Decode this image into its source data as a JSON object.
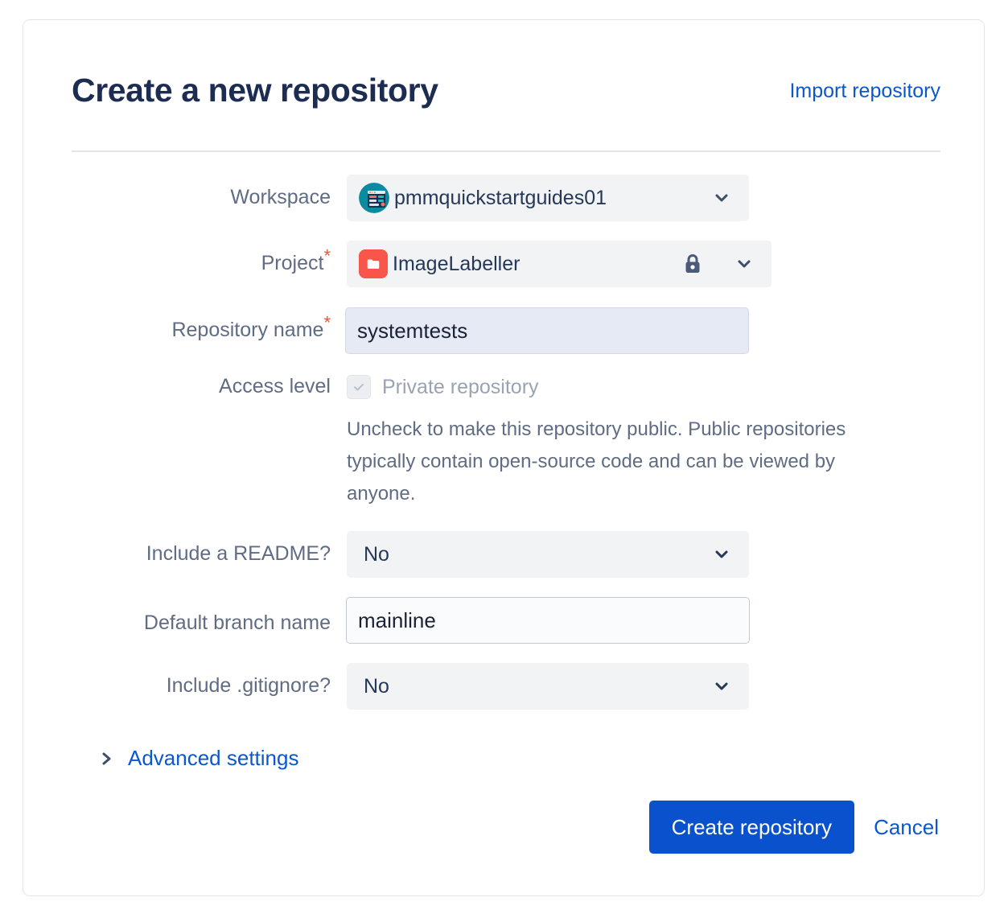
{
  "header": {
    "title": "Create a new repository",
    "import_link": "Import repository"
  },
  "form": {
    "workspace": {
      "label": "Workspace",
      "value": "pmmquickstartguides01",
      "avatar_icon": "workspace-avatar-icon",
      "chevron_icon": "chevron-down-icon"
    },
    "project": {
      "label": "Project",
      "required_marker": "*",
      "value": "ImageLabeller",
      "avatar_icon": "project-folder-icon",
      "lock_icon": "lock-icon",
      "chevron_icon": "chevron-down-icon"
    },
    "repository_name": {
      "label": "Repository name",
      "required_marker": "*",
      "value": "systemtests",
      "placeholder": ""
    },
    "access_level": {
      "label": "Access level",
      "checkbox_label": "Private repository",
      "checked": true,
      "check_icon": "checkmark-icon",
      "help_text": "Uncheck to make this repository public. Public repositories typically contain open-source code and can be viewed by anyone."
    },
    "include_readme": {
      "label": "Include a README?",
      "value": "No",
      "chevron_icon": "chevron-down-icon"
    },
    "default_branch": {
      "label": "Default branch name",
      "value": "mainline",
      "placeholder": ""
    },
    "include_gitignore": {
      "label": "Include .gitignore?",
      "value": "No",
      "chevron_icon": "chevron-down-icon"
    },
    "advanced_settings": {
      "label": "Advanced settings",
      "chevron_icon": "chevron-right-icon",
      "expanded": false
    }
  },
  "footer": {
    "submit_label": "Create repository",
    "cancel_label": "Cancel"
  },
  "colors": {
    "primary": "#0a52cd",
    "link": "#0b57d0",
    "title": "#1d2c51",
    "label": "#5f6c84",
    "required": "#e8543c",
    "project_avatar": "#f8564a",
    "workspace_avatar": "#0b8ba0",
    "field_bg": "#f2f3f5",
    "filled_field_bg": "#e6eaf5"
  }
}
